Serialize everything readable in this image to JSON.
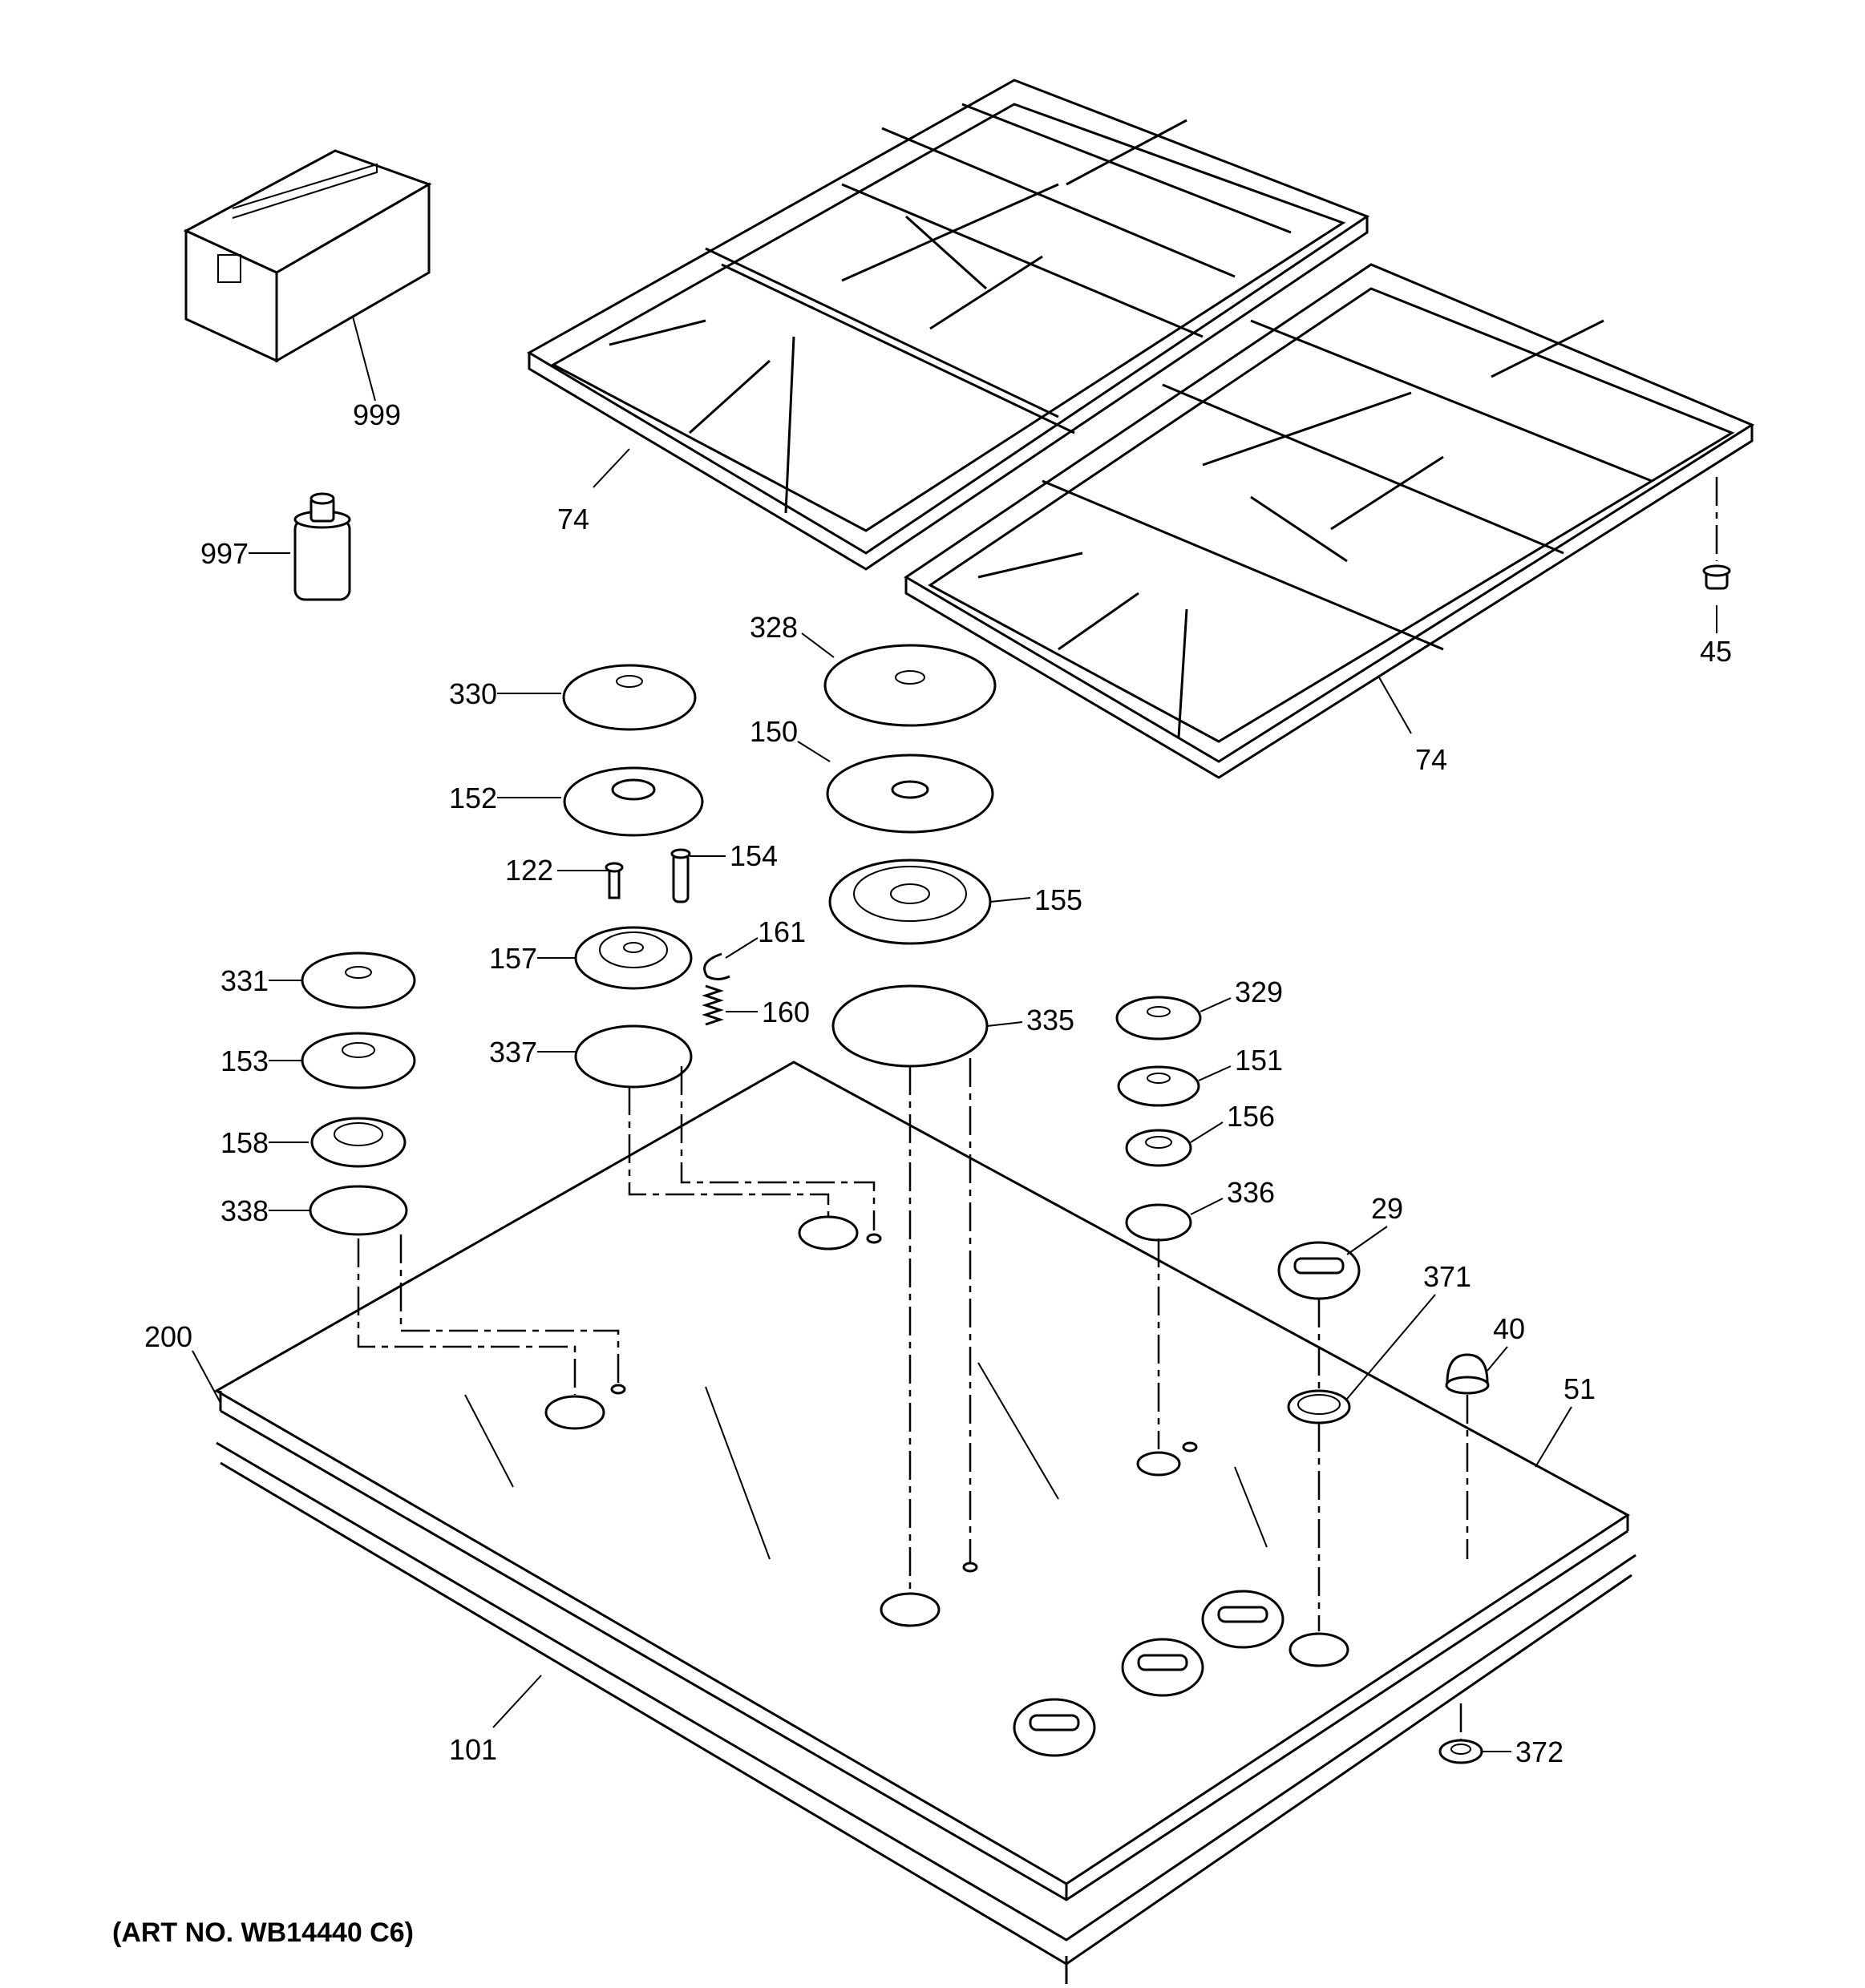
{
  "diagram": {
    "caption": "(ART NO. WB14440 C6)",
    "callouts": {
      "c999": "999",
      "c997": "997",
      "c74a": "74",
      "c74b": "74",
      "c45": "45",
      "c330": "330",
      "c328": "328",
      "c152": "152",
      "c150": "150",
      "c122": "122",
      "c154": "154",
      "c155": "155",
      "c157": "157",
      "c161": "161",
      "c160": "160",
      "c331": "331",
      "c337": "337",
      "c335": "335",
      "c329": "329",
      "c153": "153",
      "c151": "151",
      "c158": "158",
      "c156": "156",
      "c338": "338",
      "c336": "336",
      "c29": "29",
      "c371": "371",
      "c40": "40",
      "c200": "200",
      "c51": "51",
      "c101": "101",
      "c372": "372"
    }
  }
}
